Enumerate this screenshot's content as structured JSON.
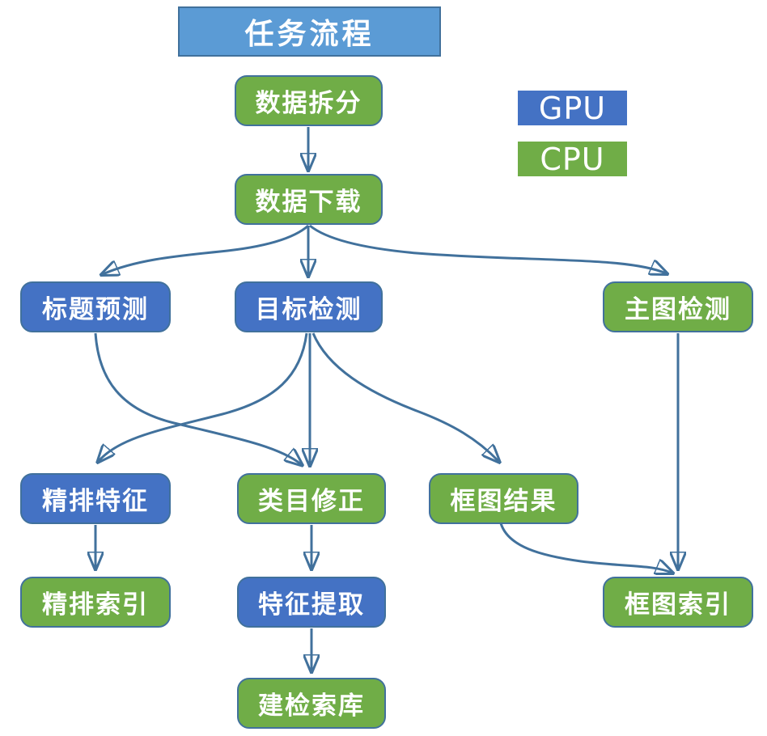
{
  "diagram": {
    "type": "flowchart",
    "title": "任务流程",
    "colors": {
      "gpu_fill": "#4472C4",
      "cpu_fill": "#70AD47",
      "title_fill": "#5B9BD5",
      "stroke_and_arrows": "#41719C",
      "text": "#FFFFFF"
    },
    "legend": [
      {
        "label": "GPU",
        "color": "#4472C4"
      },
      {
        "label": "CPU",
        "color": "#70AD47"
      }
    ],
    "nodes": [
      {
        "id": "data-split",
        "label": "数据拆分",
        "type": "cpu"
      },
      {
        "id": "data-download",
        "label": "数据下载",
        "type": "cpu"
      },
      {
        "id": "title-predict",
        "label": "标题预测",
        "type": "gpu"
      },
      {
        "id": "object-detect",
        "label": "目标检测",
        "type": "gpu"
      },
      {
        "id": "main-image-detect",
        "label": "主图检测",
        "type": "cpu"
      },
      {
        "id": "fine-rank-feature",
        "label": "精排特征",
        "type": "gpu"
      },
      {
        "id": "category-fix",
        "label": "类目修正",
        "type": "cpu"
      },
      {
        "id": "box-result",
        "label": "框图结果",
        "type": "cpu"
      },
      {
        "id": "fine-rank-index",
        "label": "精排索引",
        "type": "cpu"
      },
      {
        "id": "feature-extract",
        "label": "特征提取",
        "type": "gpu"
      },
      {
        "id": "box-index",
        "label": "框图索引",
        "type": "cpu"
      },
      {
        "id": "build-index-db",
        "label": "建检索库",
        "type": "cpu"
      }
    ],
    "edges": [
      {
        "from": "data-split",
        "to": "data-download"
      },
      {
        "from": "data-download",
        "to": "title-predict"
      },
      {
        "from": "data-download",
        "to": "object-detect"
      },
      {
        "from": "data-download",
        "to": "main-image-detect"
      },
      {
        "from": "title-predict",
        "to": "category-fix"
      },
      {
        "from": "object-detect",
        "to": "fine-rank-feature"
      },
      {
        "from": "object-detect",
        "to": "category-fix"
      },
      {
        "from": "object-detect",
        "to": "box-result"
      },
      {
        "from": "fine-rank-feature",
        "to": "fine-rank-index"
      },
      {
        "from": "category-fix",
        "to": "feature-extract"
      },
      {
        "from": "feature-extract",
        "to": "build-index-db"
      },
      {
        "from": "box-result",
        "to": "box-index"
      },
      {
        "from": "main-image-detect",
        "to": "box-index"
      }
    ]
  }
}
